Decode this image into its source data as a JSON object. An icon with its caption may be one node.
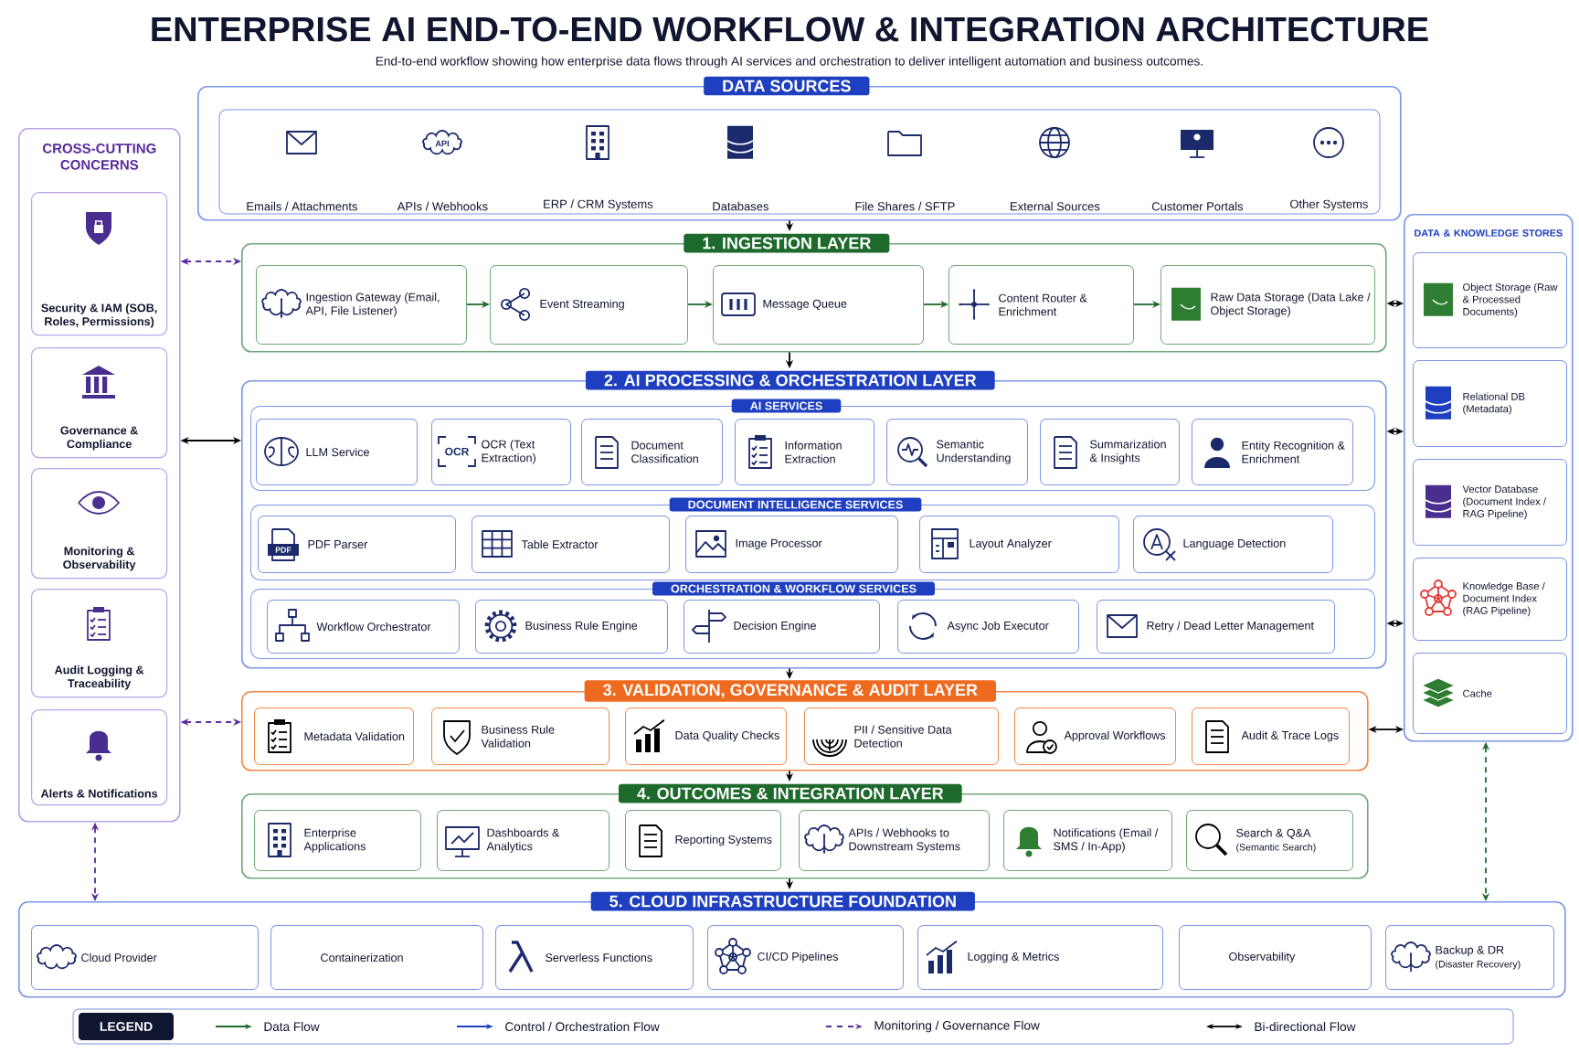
{
  "diagram": {
    "title": "ENTERPRISE AI END-TO-END WORKFLOW & INTEGRATION ARCHITECTURE",
    "caption": "End-to-end workflow showing how enterprise data flows through AI services and orchestration to deliver intelligent automation and business outcomes.",
    "nodes": [
      {
        "text": [
          "DATA SOURCES"
        ]
      },
      {
        "text": [
          "Emails / Attachments"
        ],
        "in": 0
      },
      {
        "text": [
          "APIs / Webhooks"
        ],
        "in": 0
      },
      {
        "text": [
          "ERP / CRM Systems"
        ],
        "in": 0
      },
      {
        "text": [
          "Databases"
        ],
        "in": 0
      },
      {
        "text": [
          "File Shares / SFTP"
        ],
        "in": 0
      },
      {
        "text": [
          "External Sources"
        ],
        "in": 0
      },
      {
        "text": [
          "Customer Portals"
        ],
        "in": 0
      },
      {
        "text": [
          "Other Systems"
        ],
        "in": 0
      },
      {
        "text": [
          "CROSS-CUTTING CONCERNS"
        ]
      },
      {
        "text": [
          "Security & IAM (SOB, Roles, Permissions)"
        ],
        "in": 9
      },
      {
        "text": [
          "Governance & Compliance"
        ],
        "in": 9
      },
      {
        "text": [
          "Monitoring & Observability"
        ],
        "in": 9
      },
      {
        "text": [
          "Audit Logging & Traceability"
        ],
        "in": 9
      },
      {
        "text": [
          "Alerts & Notifications"
        ],
        "in": 9
      },
      {
        "text": [
          "1. INGESTION LAYER"
        ]
      },
      {
        "text": [
          "Ingestion Gateway (Email, API, File Listener)"
        ],
        "in": 15
      },
      {
        "text": [
          "Event Streaming"
        ],
        "in": 15
      },
      {
        "text": [
          "Message Queue"
        ],
        "in": 15
      },
      {
        "text": [
          "Content Router & Enrichment"
        ],
        "in": 15
      },
      {
        "text": [
          "Raw Data Storage (Data Lake / Object Storage)"
        ],
        "in": 15
      },
      {
        "text": [
          "DATA & KNOWLEDGE STORES"
        ]
      },
      {
        "text": [
          "Object Storage (Raw & Processed Documents)"
        ],
        "in": 21
      },
      {
        "text": [
          "Relational DB (Metadata)"
        ],
        "in": 21
      },
      {
        "text": [
          "Vector Database (Document Index / RAG Pipeline)"
        ],
        "in": 21
      },
      {
        "text": [
          "Knowledge Base / Document Index (RAG Pipeline)"
        ],
        "in": 21
      },
      {
        "text": [
          "Cache"
        ],
        "in": 21
      },
      {
        "text": [
          "2. AI PROCESSING & ORCHESTRATION LAYER"
        ]
      },
      {
        "text": [
          "AI SERVICES"
        ],
        "in": 27
      },
      {
        "text": [
          "LLM Service"
        ],
        "in": 28
      },
      {
        "text": [
          "OCR (Text Extraction)"
        ],
        "in": 28
      },
      {
        "text": [
          "Document Classification"
        ],
        "in": 28
      },
      {
        "text": [
          "Information Extraction"
        ],
        "in": 28
      },
      {
        "text": [
          "Semantic Understanding"
        ],
        "in": 28
      },
      {
        "text": [
          "Summarization & Insights"
        ],
        "in": 28
      },
      {
        "text": [
          "Entity Recognition & Enrichment"
        ],
        "in": 28
      },
      {
        "text": [
          "DOCUMENT INTELLIGENCE SERVICES"
        ],
        "in": 27
      },
      {
        "text": [
          "PDF Parser"
        ],
        "in": 36
      },
      {
        "text": [
          "Table Extractor"
        ],
        "in": 36
      },
      {
        "text": [
          "Image Processor"
        ],
        "in": 36
      },
      {
        "text": [
          "Layout Analyzer"
        ],
        "in": 36
      },
      {
        "text": [
          "Language Detection"
        ],
        "in": 36
      },
      {
        "text": [
          "ORCHESTRATION & WORKFLOW SERVICES"
        ],
        "in": 27
      },
      {
        "text": [
          "Workflow Orchestrator"
        ],
        "in": 42
      },
      {
        "text": [
          "Business Rule Engine"
        ],
        "in": 42
      },
      {
        "text": [
          "Decision Engine"
        ],
        "in": 42
      },
      {
        "text": [
          "Async Job Executor"
        ],
        "in": 42
      },
      {
        "text": [
          "Retry / Dead Letter Management"
        ],
        "in": 42
      },
      {
        "text": [
          "3. VALIDATION, GOVERNANCE & AUDIT LAYER"
        ]
      },
      {
        "text": [
          "Metadata Validation"
        ],
        "in": 48
      },
      {
        "text": [
          "Business Rule Validation"
        ],
        "in": 48
      },
      {
        "text": [
          "Data Quality Checks"
        ],
        "in": 48
      },
      {
        "text": [
          "PII / Sensitive Data Detection"
        ],
        "in": 48
      },
      {
        "text": [
          "Approval Workflows"
        ],
        "in": 48
      },
      {
        "text": [
          "Audit & Trace Logs"
        ],
        "in": 48
      },
      {
        "text": [
          "4. OUTCOMES & INTEGRATION LAYER"
        ]
      },
      {
        "text": [
          "Enterprise Applications"
        ],
        "in": 55
      },
      {
        "text": [
          "Dashboards & Analytics"
        ],
        "in": 55
      },
      {
        "text": [
          "Reporting Systems"
        ],
        "in": 55
      },
      {
        "text": [
          "APIs / Webhooks to Downstream Systems"
        ],
        "in": 55
      },
      {
        "text": [
          "Notifications (Email / SMS / In-App)"
        ],
        "in": 55
      },
      {
        "text": [
          "Search & Q&A",
          "(Semantic Search)"
        ],
        "in": 55
      },
      {
        "text": [
          "5. CLOUD INFRASTRUCTURE FOUNDATION"
        ]
      },
      {
        "text": [
          "Cloud Provider"
        ],
        "in": 62
      },
      {
        "text": [
          "Containerization"
        ],
        "in": 62
      },
      {
        "text": [
          "Serverless Functions"
        ],
        "in": 62
      },
      {
        "text": [
          "CI/CD Pipelines"
        ],
        "in": 62
      },
      {
        "text": [
          "Logging & Metrics"
        ],
        "in": 62
      },
      {
        "text": [
          "Observability"
        ],
        "in": 62
      },
      {
        "text": [
          "Backup & DR",
          "(Disaster Recovery)"
        ],
        "in": 62
      }
    ],
    "edges": [
      {
        "from": 0,
        "to": 15,
        "arrow": "to"
      },
      {
        "from": 16,
        "to": 17,
        "arrow": "to",
        "color": "#1d6a2c"
      },
      {
        "from": 17,
        "to": 18,
        "arrow": "to",
        "color": "#1d6a2c"
      },
      {
        "from": 18,
        "to": 19,
        "arrow": "to",
        "color": "#1d6a2c"
      },
      {
        "from": 19,
        "to": 20,
        "arrow": "to",
        "color": "#1d6a2c"
      },
      {
        "from": 15,
        "to": 27,
        "arrow": "to"
      },
      {
        "from": 27,
        "to": 48,
        "arrow": "to"
      },
      {
        "from": 48,
        "to": 55,
        "arrow": "to"
      },
      {
        "from": 55,
        "to": 62,
        "arrow": "to"
      },
      {
        "from": 9,
        "to": 15,
        "arrow": "both",
        "style": "dashed",
        "color": "#5a2a9e"
      },
      {
        "from": 9,
        "to": 27,
        "arrow": "both"
      },
      {
        "from": 9,
        "to": 48,
        "arrow": "both",
        "style": "dashed",
        "color": "#5a2a9e"
      },
      {
        "from": 9,
        "to": 62,
        "arrow": "both",
        "style": "dashed",
        "color": "#5a2a9e"
      },
      {
        "from": 15,
        "to": 21,
        "arrow": "both"
      },
      {
        "from": 27,
        "to": 21,
        "arrow": "both"
      },
      {
        "from": 27,
        "to": 21,
        "arrow": "both"
      },
      {
        "from": 48,
        "to": 21,
        "arrow": "both"
      },
      {
        "from": 21,
        "to": 62,
        "arrow": "both",
        "style": "dashed",
        "color": "#1d6a2c"
      }
    ],
    "labels": [
      "API",
      "OCR",
      "PDF",
      "LEGEND"
    ],
    "legend": [
      {
        "text": "Data Flow"
      },
      {
        "text": "Control / Orchestration Flow"
      },
      {
        "text": "Monitoring / Governance Flow"
      },
      {
        "text": "Bi-directional Flow"
      }
    ]
  }
}
